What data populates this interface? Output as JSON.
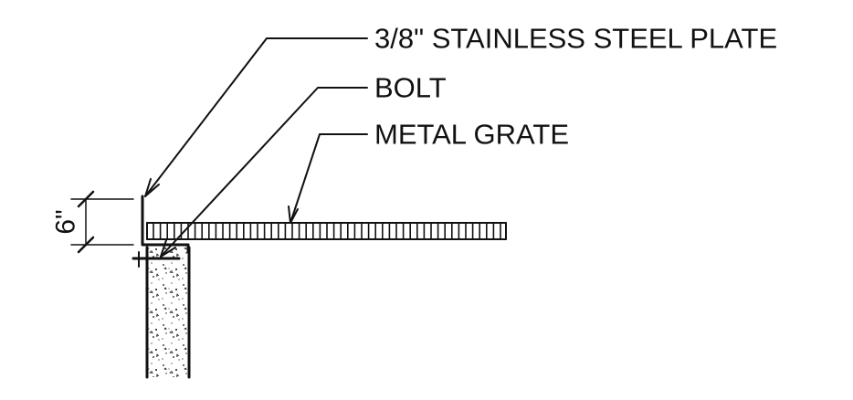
{
  "labels": {
    "plate": "3/8\" STAINLESS STEEL PLATE",
    "bolt": "BOLT",
    "grate": "METAL GRATE"
  },
  "dimension": {
    "value": "6\""
  },
  "colors": {
    "ink": "#111111",
    "background": "#ffffff"
  }
}
